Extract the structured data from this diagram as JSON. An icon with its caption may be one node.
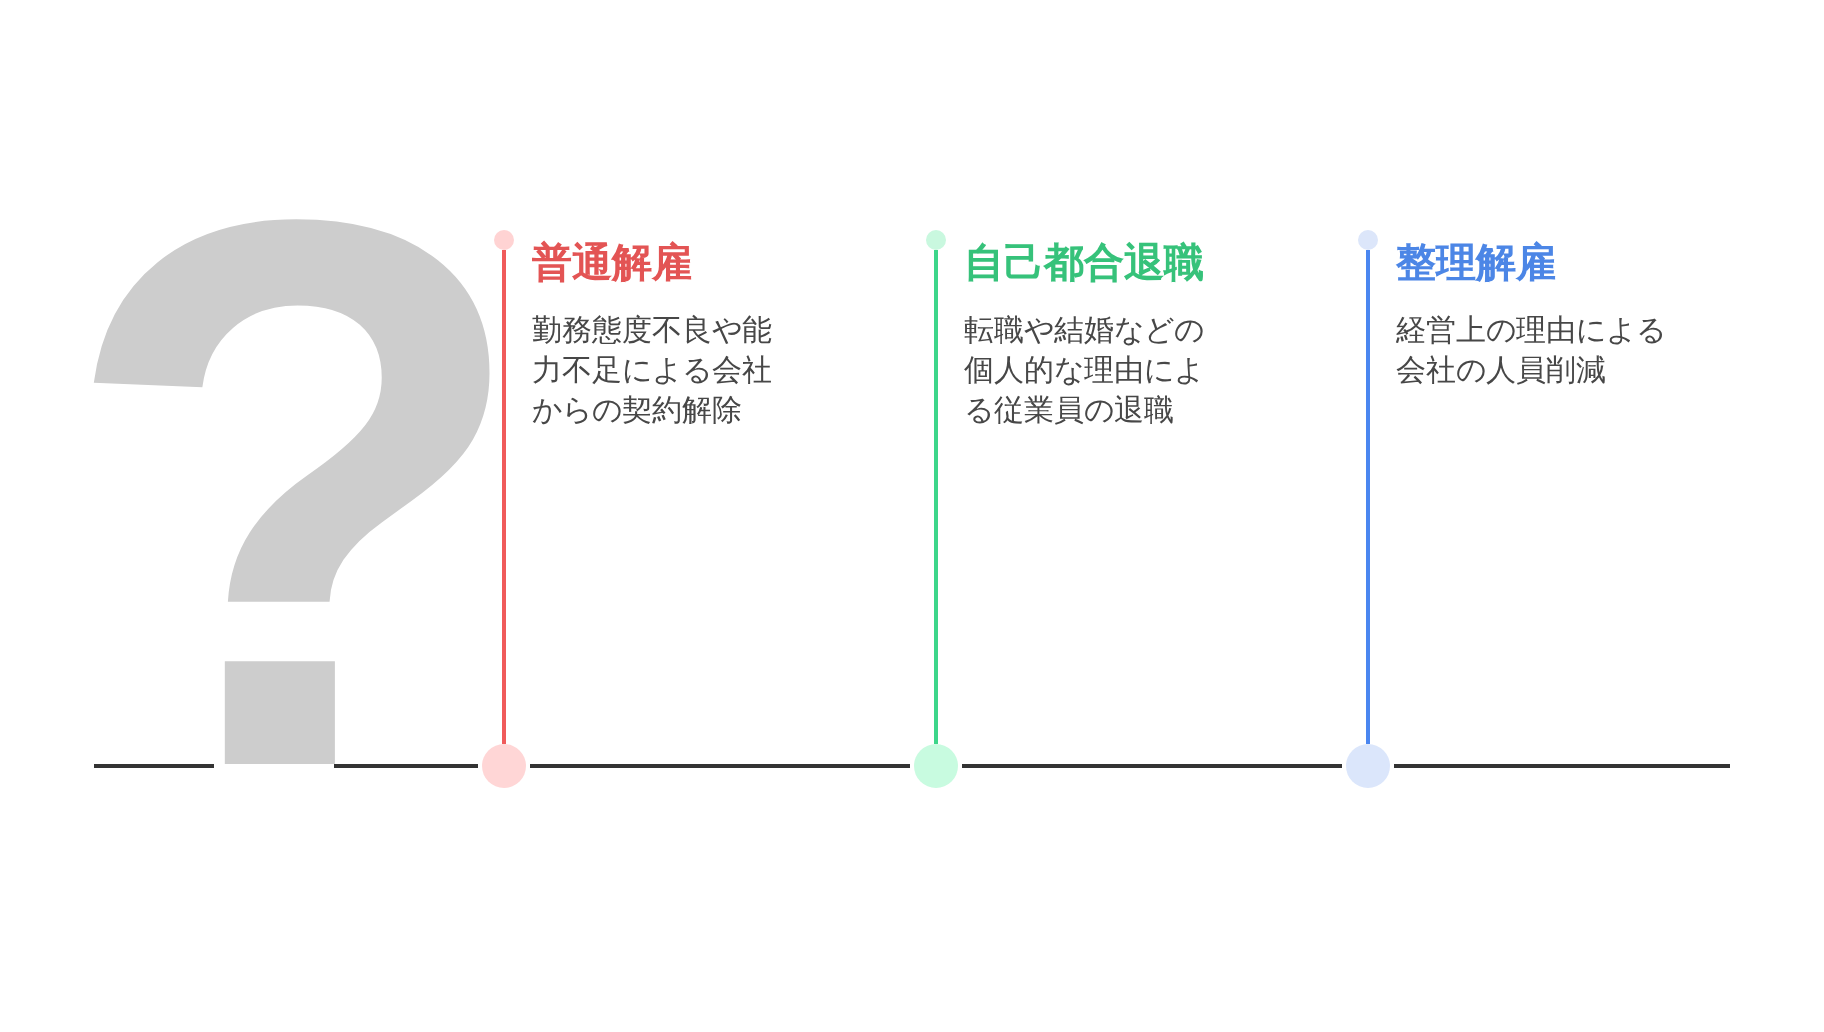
{
  "diagram": {
    "nodes": [
      {
        "text": [
          "普通解雇",
          "勤務態度不良や能力不足による会社からの契約解除"
        ]
      },
      {
        "text": [
          "自己都合退職",
          "転職や結婚などの個人的な理由による従業員の退職"
        ]
      },
      {
        "text": [
          "整理解雇",
          "経営上の理由による会社の人員削減"
        ]
      },
      {
        "text": [],
        "shape": "circle"
      },
      {
        "text": [],
        "shape": "circle"
      },
      {
        "text": [],
        "shape": "circle"
      },
      {
        "text": [],
        "shape": "circle"
      },
      {
        "text": [],
        "shape": "circle"
      },
      {
        "text": [],
        "shape": "circle"
      }
    ],
    "edges": [
      {
        "from": 3,
        "to": 6,
        "arrow": "none",
        "color": "#f05b5b"
      },
      {
        "from": 4,
        "to": 7,
        "arrow": "none",
        "color": "#3dd68a"
      },
      {
        "from": 5,
        "to": 8,
        "arrow": "none",
        "color": "#4a86f0"
      }
    ],
    "labels": [
      "?"
    ]
  }
}
